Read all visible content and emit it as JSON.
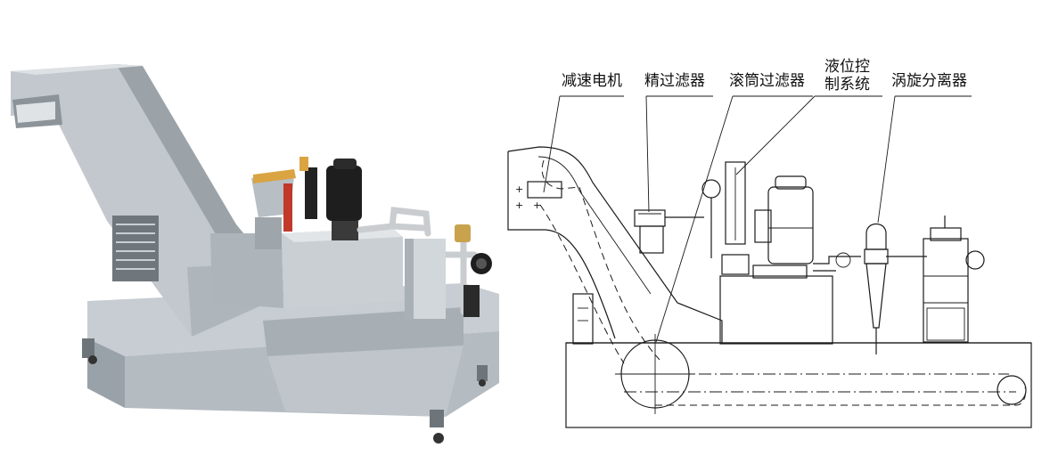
{
  "photo": {
    "subject": "coolant filtration machine with chip conveyor",
    "colors": {
      "body": "#b9c0c6",
      "body_shadow": "#8e979e",
      "body_light": "#d6dbdf",
      "motor": "#1e1e1e",
      "pipe": "#c9cdd0",
      "accent_red": "#c0392b",
      "accent_yellow": "#d9a441"
    }
  },
  "diagram": {
    "callouts": [
      {
        "id": "reducer-motor",
        "lines": [
          "减速电机"
        ]
      },
      {
        "id": "fine-filter",
        "lines": [
          "精过滤器"
        ]
      },
      {
        "id": "drum-filter",
        "lines": [
          "滚筒过滤器"
        ]
      },
      {
        "id": "level-control",
        "lines": [
          "液位控",
          "制系统"
        ]
      },
      {
        "id": "cyclone-separator",
        "lines": [
          "涡旋分离器"
        ]
      }
    ]
  }
}
